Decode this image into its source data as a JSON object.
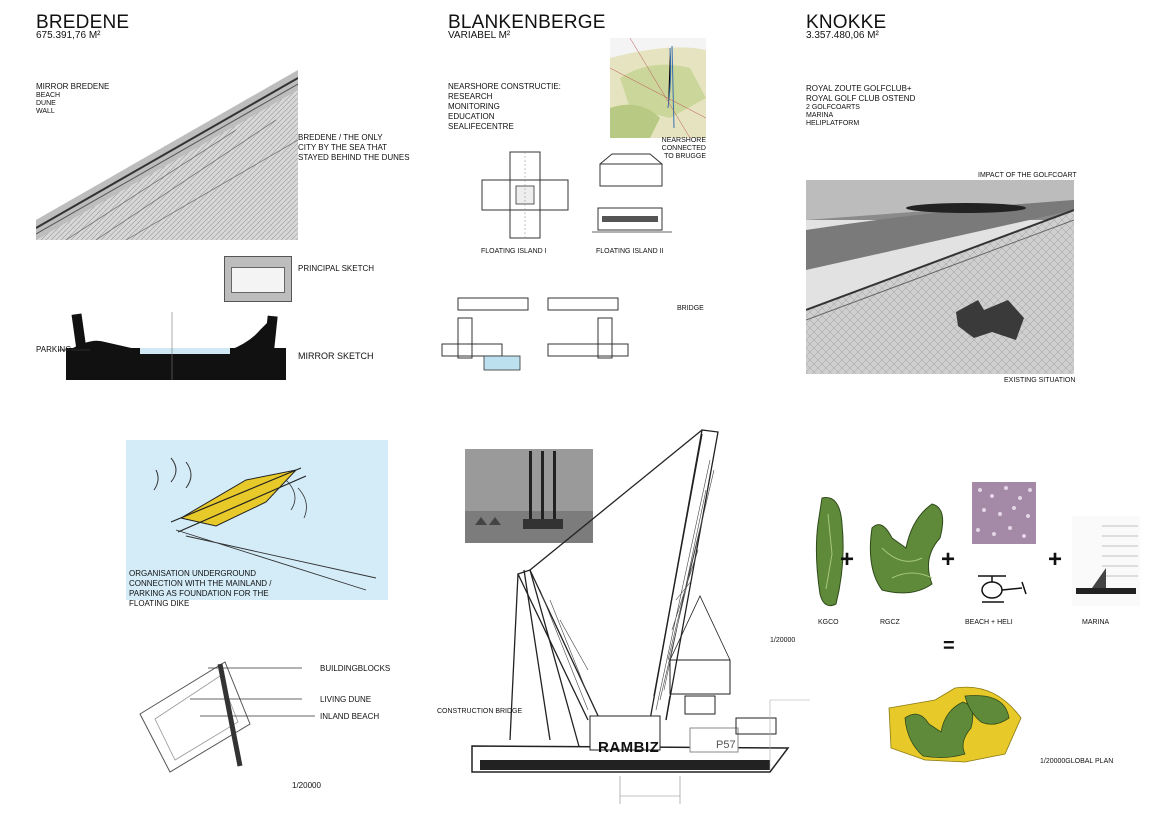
{
  "bredene": {
    "title": "BREDENE",
    "area": "675.391,76 M²",
    "mirror_list": [
      "MIRROR BREDENE",
      "BEACH",
      "DUNE",
      "WALL"
    ],
    "only_city_note": [
      "BREDENE / THE ONLY",
      "CITY BY THE SEA THAT",
      "STAYED BEHIND THE DUNES"
    ],
    "principal_sketch": "PRINCIPAL SKETCH",
    "parking": "PARKING",
    "mirror_sketch": "MIRROR SKETCH",
    "underground_note": [
      "ORGANISATION UNDERGROUND",
      "CONNECTION WITH THE MAINLAND /",
      "PARKING AS FOUNDATION FOR THE",
      "FLOATING DIKE"
    ],
    "plan_labels": [
      "BUILDINGBLOCKS",
      "LIVING DUNE",
      "INLAND BEACH"
    ],
    "scale": "1/20000"
  },
  "blankenberge": {
    "title": "BLANKENBERGE",
    "area": "VARIABEL M²",
    "nearshore_list": [
      "NEARSHORE CONSTRUCTIE:",
      "RESEARCH",
      "MONITORING",
      "EDUCATION",
      "SEALIFECENTRE"
    ],
    "nearshore_connected": [
      "NEARSHORE CONNECTED",
      "TO BRUGGE"
    ],
    "floating_island_1": "FLOATING ISLAND I",
    "floating_island_2": "FLOATING ISLAND II",
    "bridge": "BRIDGE",
    "construction_bridge": "CONSTRUCTION BRIDGE",
    "crane_name": "RAMBIZ",
    "crane_code": "P57"
  },
  "knokke": {
    "title": "KNOKKE",
    "area": "3.357.480,06 M²",
    "golf_list": [
      "ROYAL ZOUTE GOLFCLUB+",
      "ROYAL GOLF CLUB OSTEND"
    ],
    "golf_sublist": [
      "2 GOLFCOARTS",
      "MARINA",
      "HELIPLATFORM"
    ],
    "impact": "IMPACT OF THE GOLFCOART",
    "existing": "EXISTING SITUATION",
    "components": [
      "KGCO",
      "RGCZ",
      "BEACH + HELI",
      "MARINA"
    ],
    "scale": "1/20000",
    "global_plan": "1/20000GLOBAL PLAN"
  },
  "colors": {
    "map_gray": "#cfcfcf",
    "sketch_blue": "#d3ecf8",
    "golf_green": "#5f8a3a",
    "sand_yellow": "#e8c92a"
  }
}
